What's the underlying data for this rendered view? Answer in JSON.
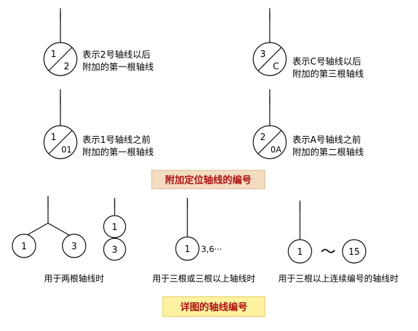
{
  "top": {
    "a": {
      "num": "1",
      "den": "2",
      "line1": "表示2号轴线以后",
      "line2": "附加的第一根轴线"
    },
    "b": {
      "num": "3",
      "den": "C",
      "line1": "表示C号轴线以后",
      "line2": "附加的第三根轴线"
    },
    "c": {
      "num": "1",
      "den": "01",
      "line1": "表示1号轴线之前",
      "line2": "附加的第一根轴线"
    },
    "d": {
      "num": "2",
      "den": "0A",
      "line1": "表示A号轴线之前",
      "line2": "附加的第二根轴线"
    }
  },
  "banner1": {
    "text": "附加定位轴线的编号",
    "bg": "#f3dcc0",
    "border": "#d8b890",
    "color": "#b01010"
  },
  "bottom": {
    "two": {
      "left": "1",
      "right": "3",
      "caption": "用于两根轴线时"
    },
    "stack": {
      "top": "1",
      "bottom": "3"
    },
    "three": {
      "circle": "1",
      "text": "3,6···",
      "caption": "用于三根或三根以上轴线时"
    },
    "cont": {
      "left": "1",
      "tilde": "〜",
      "right": "15",
      "caption": "用于三根以上连续编号的轴线时"
    }
  },
  "banner2": {
    "text": "详图的轴线编号",
    "bg": "#fff2a0",
    "border": "#e0c860",
    "color": "#b01010"
  }
}
